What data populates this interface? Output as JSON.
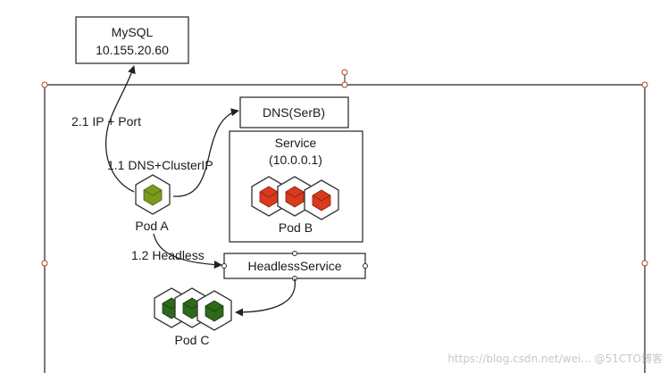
{
  "mysql": {
    "title": "MySQL",
    "ip": "10.155.20.60"
  },
  "dns": {
    "label": "DNS(SerB)"
  },
  "service": {
    "title": "Service",
    "ip": "(10.0.0.1)",
    "pod_label": "Pod B"
  },
  "pod_a": {
    "label": "Pod A"
  },
  "headless": {
    "label": "HeadlessService"
  },
  "pod_c": {
    "label": "Pod C"
  },
  "edges": {
    "ip_port": "2.1 IP + Port",
    "dns_cluster": "1.1 DNS+ClusterIP",
    "headless": "1.2 Headless"
  },
  "colors": {
    "pod_a": "#7a9a1e",
    "pod_b": "#d93a1e",
    "pod_c": "#2d6a1a",
    "line": "#222222"
  },
  "icons": [
    "cube-icon"
  ],
  "watermark": "https://blog.csdn.net/wei... @51CTO博客"
}
